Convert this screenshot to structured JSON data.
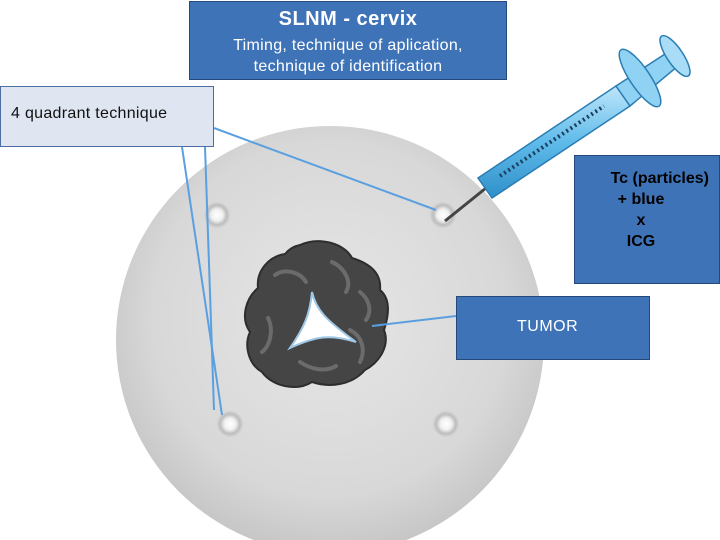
{
  "title_box": {
    "title": "SLNM - cervix",
    "subtitle_line1": "Timing, technique of aplication,",
    "subtitle_line2": "technique of identification"
  },
  "quadrant_label": "4 quadrant technique",
  "tracer_box": {
    "line1": "Tc (particles)",
    "line2": "+ blue",
    "line3": "x",
    "line4": "ICG"
  },
  "tumor_label": "TUMOR",
  "colors": {
    "box_blue": "#3f73b7",
    "quadrant_box_fill": "#dfe6f1",
    "connector_line": "#5aa0e0",
    "cervix_gray": "#d9d9d9",
    "tumor_dark": "#3f3f3f",
    "syringe_blue": "#4fb3e8"
  }
}
